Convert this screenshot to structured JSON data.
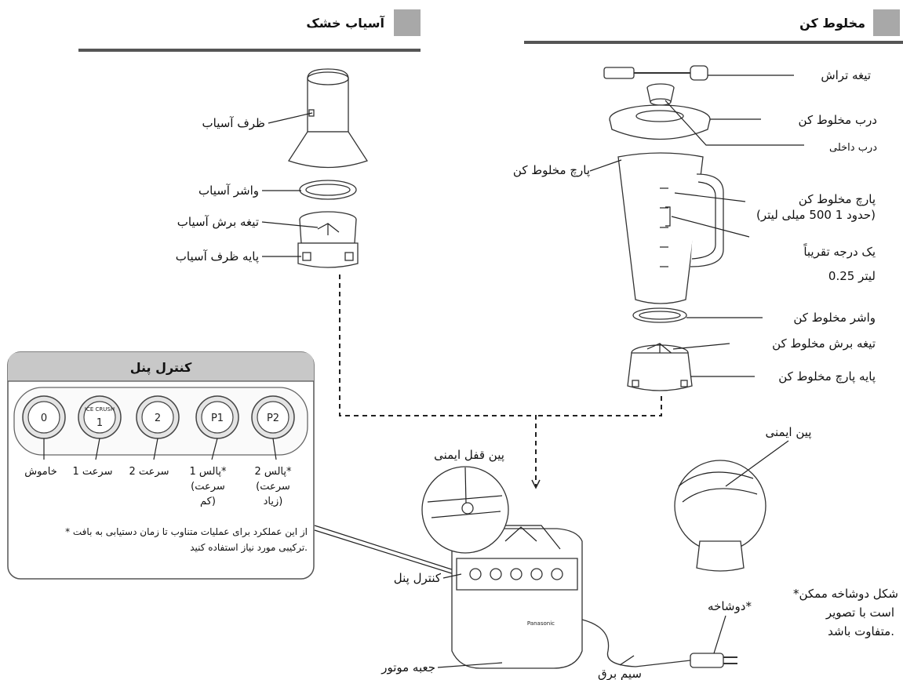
{
  "sections": {
    "blender": "مخلوط کن",
    "dry_mill": "آسیاب خشک"
  },
  "blender_labels": {
    "spatula": "تیغه تراش",
    "lid": "درب مخلوط کن",
    "inner_cap": "درب داخلی",
    "jug_left": "پارچ مخلوط کن",
    "jug_right": "پارچ مخلوط کن",
    "jug_capacity": "(حدود 1 500 میلی لیتر)",
    "graduation_1": "یک درجه تقریباً",
    "graduation_2": "0.25 لیتر",
    "gasket": "واشر مخلوط کن",
    "blade": "تیغه برش مخلوط کن",
    "jug_base": "پایه پارچ مخلوط کن"
  },
  "mill_labels": {
    "container": "ظرف آسیاب",
    "gasket": "واشر آسیاب",
    "blade": "تیغه برش آسیاب",
    "base": "پایه ظرف آسیاب"
  },
  "control_panel": {
    "title": "کنترل پنل",
    "buttons": [
      {
        "text": "0",
        "caption": "خاموش"
      },
      {
        "text": "1",
        "top": "ICE CRUSH",
        "caption": "سرعت 1"
      },
      {
        "text": "2",
        "caption": "سرعت 2"
      },
      {
        "text": "P1",
        "caption": "پالس 1*",
        "sub1": "(سرعت",
        "sub2": "کم)"
      },
      {
        "text": "P2",
        "caption": "پالس 2*",
        "sub1": "(سرعت",
        "sub2": "زیاد)"
      }
    ],
    "note_1": "* از این عملکرد برای عملیات متناوب تا زمان دستیابی به بافت",
    "note_2": "ترکیبی مورد نیاز استفاده کنید."
  },
  "body_labels": {
    "safety_lock_pin": "پین قفل ایمنی",
    "safety_pin": "پین ایمنی",
    "control_panel": "کنترل پنل",
    "motor_unit": "جعبه موتور",
    "power_cord": "سیم برق",
    "plug": "دوشاخه*",
    "brand": "Panasonic"
  },
  "plug_note": {
    "line_1": "*شکل دوشاخه ممکن",
    "line_2": "است با تصویر",
    "line_3": "متفاوت باشد."
  },
  "colors": {
    "section_square": "#a8a8a8",
    "panel_header": "#c8c8c8",
    "rule": "#555555"
  }
}
